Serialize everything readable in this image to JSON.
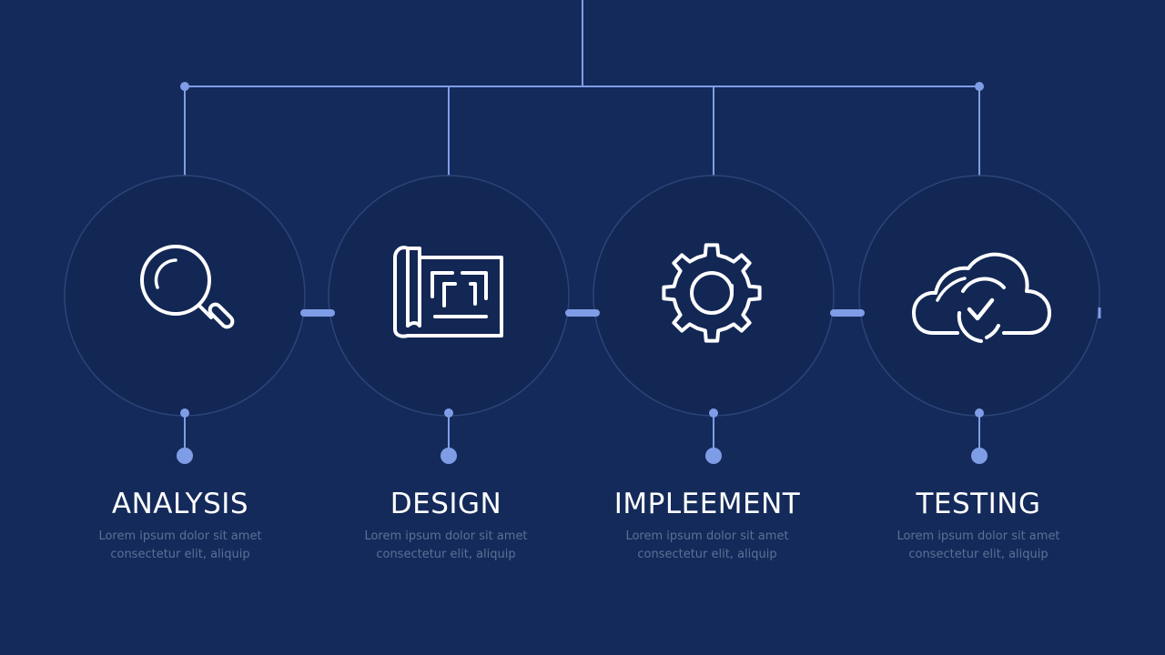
{
  "colors": {
    "background": "#142a5a",
    "line": "#7f9de6",
    "dot": "#7f9de6",
    "icon": "#ffffff",
    "description": "#5a7196"
  },
  "steps": [
    {
      "title": "ANALYSIS",
      "description": "Lorem ipsum dolor sit amet consectetur elit, aliquip",
      "icon": "magnifier-icon"
    },
    {
      "title": "DESIGN",
      "description": "Lorem ipsum dolor sit amet consectetur elit, aliquip",
      "icon": "blueprint-icon"
    },
    {
      "title": "IMPLEEMENT",
      "description": "Lorem ipsum dolor sit amet consectetur elit, aliquip",
      "icon": "gear-icon"
    },
    {
      "title": "TESTING",
      "description": "Lorem ipsum dolor sit amet consectetur elit, aliquip",
      "icon": "cloud-check-icon"
    }
  ]
}
